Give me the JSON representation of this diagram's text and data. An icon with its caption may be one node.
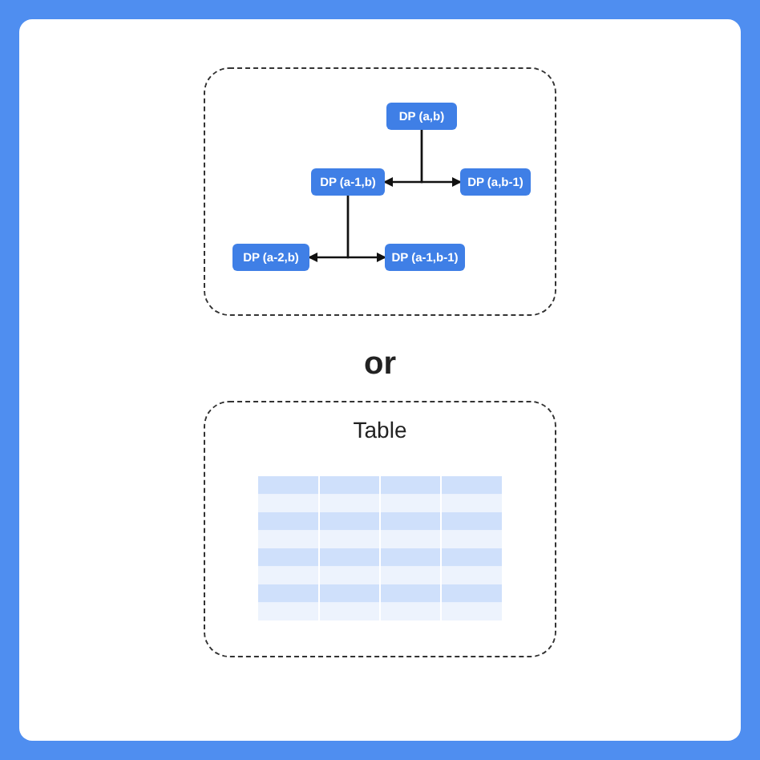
{
  "diagram": {
    "nodes": [
      {
        "text": [],
        "shape": "box"
      },
      {
        "text": [
          "DP (a,b)"
        ],
        "in": 0
      },
      {
        "text": [
          "DP (a-1,b)"
        ],
        "in": 0
      },
      {
        "text": [
          "DP (a,b-1)"
        ],
        "in": 0
      },
      {
        "text": [
          "DP (a-2,b)"
        ],
        "in": 0
      },
      {
        "text": [
          "DP (a-1,b-1)"
        ],
        "in": 0
      },
      {
        "text": [
          "Table"
        ]
      }
    ],
    "edges": [
      {
        "from": 1,
        "to": 2,
        "arrow": "to"
      },
      {
        "from": 1,
        "to": 3,
        "arrow": "to"
      },
      {
        "from": 2,
        "to": 4,
        "arrow": "to"
      },
      {
        "from": 2,
        "to": 5,
        "arrow": "to"
      }
    ],
    "labels": [
      "or"
    ]
  }
}
